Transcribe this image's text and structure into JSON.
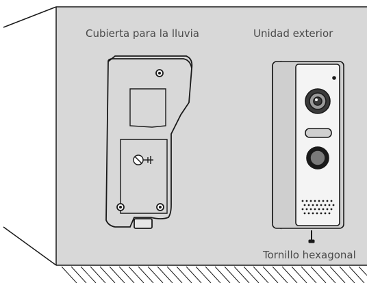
{
  "labels": {
    "rain_cover": "Cubierta para la lluvia",
    "outdoor_unit": "Unidad exterior",
    "hex_screw": "Tornillo hexagonal"
  },
  "colors": {
    "wall": "#d8d8d8",
    "outline": "#1a1a1a",
    "text": "#4a4a4a"
  }
}
